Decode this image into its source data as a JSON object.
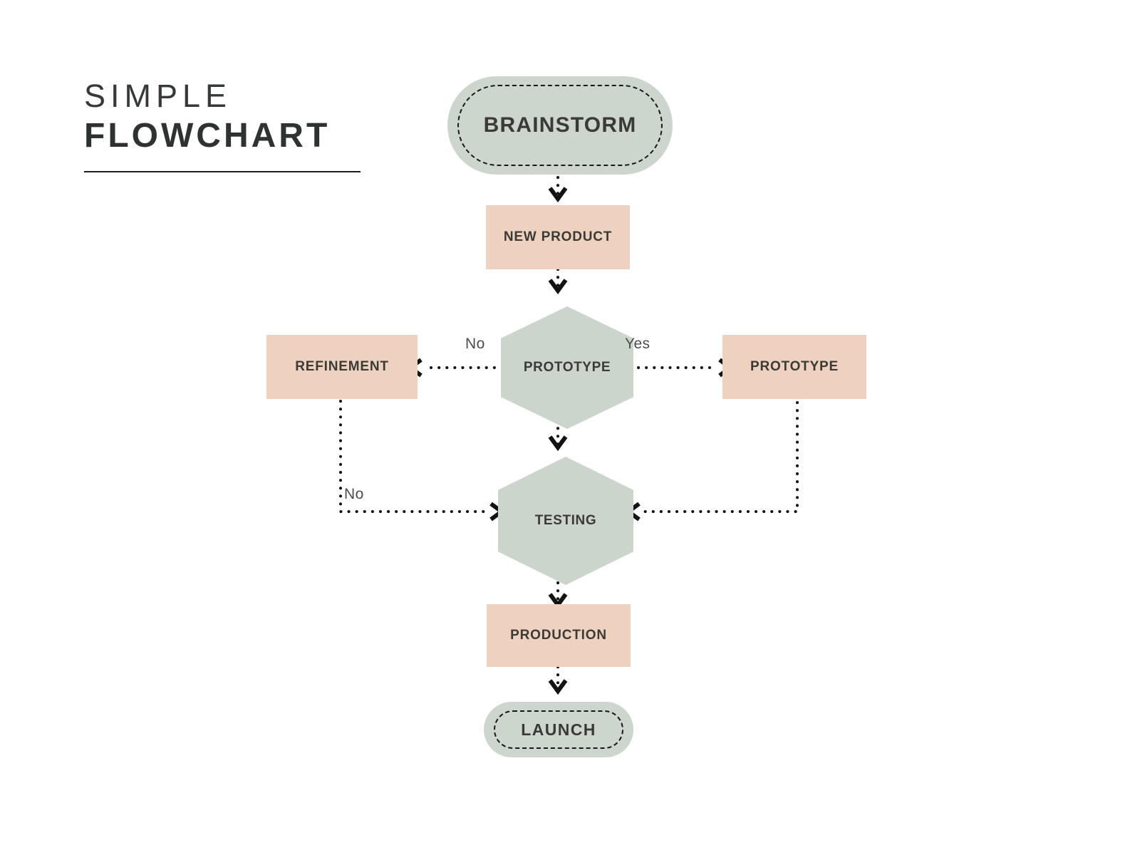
{
  "title": {
    "line1": "SIMPLE",
    "line2": "FLOWCHART"
  },
  "colors": {
    "background": "#ffffff",
    "terminator_fill": "#ccd6cd",
    "decision_fill": "#ccd5cc",
    "process_fill": "#eed2bf",
    "text": "#3a3a36",
    "connector": "#111315"
  },
  "nodes": {
    "brainstorm": {
      "label": "BRAINSTORM",
      "type": "terminator"
    },
    "new_product": {
      "label": "NEW PRODUCT",
      "type": "process"
    },
    "prototype_decision": {
      "label": "PROTOTYPE",
      "type": "decision"
    },
    "refinement": {
      "label": "REFINEMENT",
      "type": "process"
    },
    "prototype_process": {
      "label": "PROTOTYPE",
      "type": "process"
    },
    "testing_decision": {
      "label": "TESTING",
      "type": "decision"
    },
    "production": {
      "label": "PRODUCTION",
      "type": "process"
    },
    "launch": {
      "label": "LAUNCH",
      "type": "terminator"
    }
  },
  "edge_labels": {
    "prototype_no": "No",
    "prototype_yes": "Yes",
    "refinement_no": "No"
  },
  "chart_data": {
    "type": "diagram",
    "title": "SIMPLE FLOWCHART",
    "diagram_kind": "flowchart",
    "orientation": "top-to-bottom",
    "nodes": [
      {
        "id": "brainstorm",
        "label": "BRAINSTORM",
        "shape": "stadium",
        "fill": "#ccd6cd"
      },
      {
        "id": "new_product",
        "label": "NEW PRODUCT",
        "shape": "rectangle",
        "fill": "#eed2bf"
      },
      {
        "id": "prototype_decision",
        "label": "PROTOTYPE",
        "shape": "hexagon",
        "fill": "#ccd5cc"
      },
      {
        "id": "refinement",
        "label": "REFINEMENT",
        "shape": "rectangle",
        "fill": "#eed2bf"
      },
      {
        "id": "prototype_process",
        "label": "PROTOTYPE",
        "shape": "rectangle",
        "fill": "#eed2bf"
      },
      {
        "id": "testing_decision",
        "label": "TESTING",
        "shape": "hexagon",
        "fill": "#ccd5cc"
      },
      {
        "id": "production",
        "label": "PRODUCTION",
        "shape": "rectangle",
        "fill": "#eed2bf"
      },
      {
        "id": "launch",
        "label": "LAUNCH",
        "shape": "stadium",
        "fill": "#ccd6cd"
      }
    ],
    "edges": [
      {
        "from": "brainstorm",
        "to": "new_product",
        "label": "",
        "style": "dotted-arrow"
      },
      {
        "from": "new_product",
        "to": "prototype_decision",
        "label": "",
        "style": "dotted-arrow"
      },
      {
        "from": "prototype_decision",
        "to": "refinement",
        "label": "No",
        "style": "dotted-arrow"
      },
      {
        "from": "prototype_decision",
        "to": "prototype_process",
        "label": "Yes",
        "style": "dotted-arrow"
      },
      {
        "from": "prototype_decision",
        "to": "testing_decision",
        "label": "",
        "style": "dotted-arrow"
      },
      {
        "from": "refinement",
        "to": "testing_decision",
        "label": "No",
        "style": "dotted-arrow"
      },
      {
        "from": "prototype_process",
        "to": "testing_decision",
        "label": "",
        "style": "dotted-arrow"
      },
      {
        "from": "testing_decision",
        "to": "production",
        "label": "",
        "style": "dotted-arrow"
      },
      {
        "from": "production",
        "to": "launch",
        "label": "",
        "style": "dotted-arrow"
      }
    ]
  }
}
